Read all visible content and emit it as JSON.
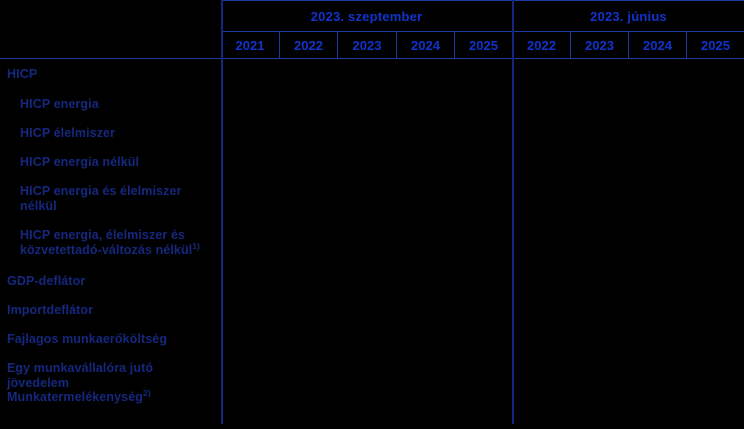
{
  "table": {
    "header": {
      "groups": [
        {
          "label": "2023. szeptember",
          "years": [
            "2021",
            "2022",
            "2023",
            "2024",
            "2025"
          ]
        },
        {
          "label": "2023. június",
          "years": [
            "2022",
            "2023",
            "2024",
            "2025"
          ]
        }
      ]
    },
    "rows": [
      {
        "label": "HICP",
        "indent": false,
        "sup": "",
        "values": [
          "",
          "",
          "",
          "",
          "",
          "",
          "",
          "",
          ""
        ]
      },
      {
        "label": "HICP energia",
        "indent": true,
        "sup": "",
        "values": [
          "",
          "",
          "",
          "",
          "",
          "",
          "",
          "",
          ""
        ]
      },
      {
        "label": "HICP élelmiszer",
        "indent": true,
        "sup": "",
        "values": [
          "",
          "",
          "",
          "",
          "",
          "",
          "",
          "",
          ""
        ]
      },
      {
        "label": "HICP energia nélkül",
        "indent": true,
        "sup": "",
        "values": [
          "",
          "",
          "",
          "",
          "",
          "",
          "",
          "",
          ""
        ]
      },
      {
        "label": "HICP energia és élelmiszer nélkül",
        "indent": true,
        "sup": "",
        "values": [
          "",
          "",
          "",
          "",
          "",
          "",
          "",
          "",
          ""
        ]
      },
      {
        "label": "HICP energia, élelmiszer és közvetettadó-változás nélkül",
        "indent": true,
        "sup": "1)",
        "values": [
          "",
          "",
          "",
          "",
          "",
          "",
          "",
          "",
          ""
        ]
      },
      {
        "label": "GDP-deflátor",
        "indent": false,
        "sup": "",
        "values": [
          "",
          "",
          "",
          "",
          "",
          "",
          "",
          "",
          ""
        ]
      },
      {
        "label": "Importdeflátor",
        "indent": false,
        "sup": "",
        "values": [
          "",
          "",
          "",
          "",
          "",
          "",
          "",
          "",
          ""
        ]
      },
      {
        "label": "Fajlagos munkaerőköltség",
        "indent": false,
        "sup": "",
        "values": [
          "",
          "",
          "",
          "",
          "",
          "",
          "",
          "",
          ""
        ]
      },
      {
        "label": "Egy munkavállalóra jutó jövedelem",
        "indent": false,
        "sup": "",
        "values": [
          "",
          "",
          "",
          "",
          "",
          "",
          "",
          "",
          ""
        ]
      },
      {
        "label": "Munkatermelékenység",
        "indent": false,
        "sup": "2)",
        "values": [
          "",
          "",
          "",
          "",
          "",
          "",
          "",
          "",
          ""
        ]
      }
    ]
  },
  "colors": {
    "background": "#000000",
    "header_text": "#1133cc",
    "label_text": "#15277e",
    "rule": "#1a3a9e",
    "rule_thick": "#14277e"
  }
}
